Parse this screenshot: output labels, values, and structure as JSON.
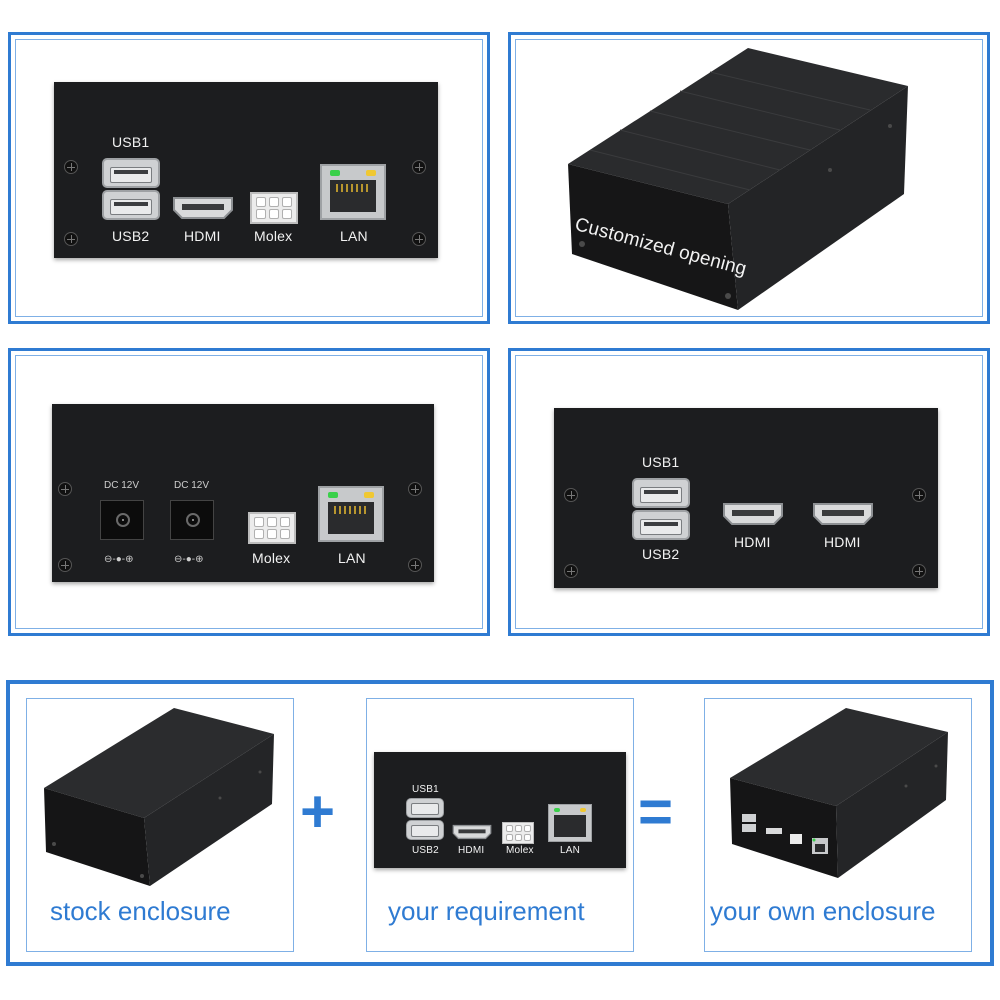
{
  "colors": {
    "accent": "#2f7bd2",
    "panel": "#1c1d1f"
  },
  "panel1": {
    "usb1": "USB1",
    "usb2": "USB2",
    "hdmi": "HDMI",
    "molex": "Molex",
    "lan": "LAN"
  },
  "panel2": {
    "label": "Customized opening"
  },
  "panel3": {
    "dc1": "DC 12V",
    "dc2": "DC 12V",
    "molex": "Molex",
    "lan": "LAN"
  },
  "panel4": {
    "usb1": "USB1",
    "usb2": "USB2",
    "hdmi1": "HDMI",
    "hdmi2": "HDMI"
  },
  "bottom": {
    "plus": "+",
    "equals": "=",
    "caption1": "stock enclosure",
    "caption2": "your requirement",
    "caption3": "your own enclosure",
    "mini": {
      "usb1": "USB1",
      "usb2": "USB2",
      "hdmi": "HDMI",
      "molex": "Molex",
      "lan": "LAN"
    }
  },
  "icons": [
    "screw-icon",
    "usb-port-icon",
    "hdmi-port-icon",
    "molex-connector-icon",
    "lan-port-icon",
    "dc-jack-icon",
    "polarity-icon"
  ]
}
